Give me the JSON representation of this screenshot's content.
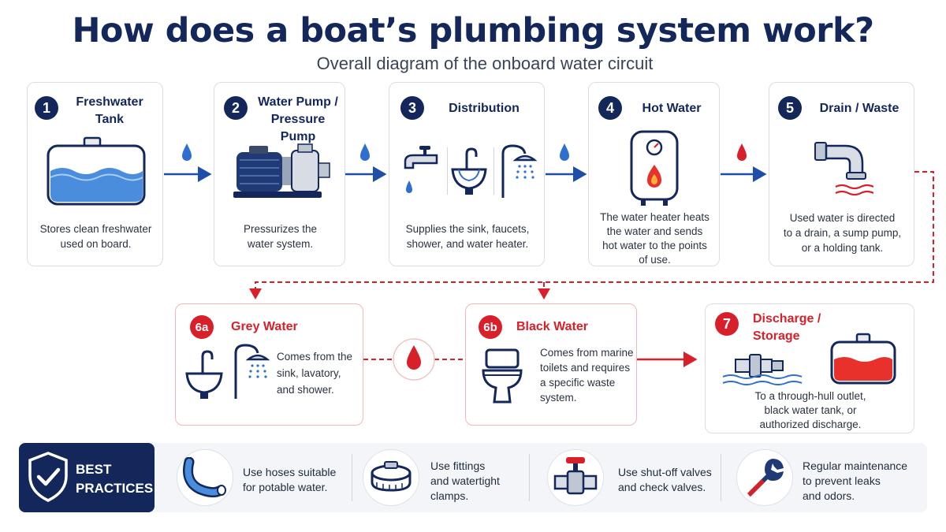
{
  "title": "How does a boat’s plumbing system work?",
  "subtitle": "Overall diagram of the onboard water circuit",
  "steps": [
    {
      "badge": "1",
      "title_l1": "Freshwater",
      "title_l2": "Tank",
      "desc": [
        "Stores clean freshwater",
        "used on board."
      ]
    },
    {
      "badge": "2",
      "title_l1": "Water Pump /",
      "title_l2": "Pressure Pump",
      "desc": [
        "Pressurizes the",
        "water system."
      ]
    },
    {
      "badge": "3",
      "title_l1": "Distribution",
      "desc": [
        "Supplies the sink, faucets,",
        "shower, and water heater."
      ]
    },
    {
      "badge": "4",
      "title_l1": "Hot Water",
      "desc": [
        "The water heater heats",
        "the water and sends",
        "hot water to the points",
        "of use."
      ]
    },
    {
      "badge": "5",
      "title_l1": "Drain / Waste",
      "desc": [
        "Used water is directed",
        "to a drain, a sump pump,",
        "or a holding tank."
      ]
    }
  ],
  "waste": [
    {
      "badge": "6a",
      "title": "Grey Water",
      "desc": [
        "Comes from the",
        "sink, lavatory,",
        "and shower."
      ]
    },
    {
      "badge": "6b",
      "title": "Black Water",
      "desc": [
        "Comes from marine",
        "toilets and requires",
        "a specific waste",
        "system."
      ]
    },
    {
      "badge": "7",
      "title_l1": "Discharge /",
      "title_l2": "Storage",
      "desc": [
        "To a through-hull outlet,",
        "black water tank, or",
        "authorized discharge."
      ]
    }
  ],
  "best_practices": {
    "title_l1": "BEST",
    "title_l2": "PRACTICES",
    "items": [
      {
        "icon": "hose-icon",
        "text": [
          "Use hoses suitable",
          "for potable water."
        ]
      },
      {
        "icon": "clamp-icon",
        "text": [
          "Use fittings",
          "and watertight",
          "clamps."
        ]
      },
      {
        "icon": "valve-icon",
        "text": [
          "Use shut-off valves",
          "and check valves."
        ]
      },
      {
        "icon": "wrench-icon",
        "text": [
          "Regular maintenance",
          "to prevent leaks",
          "and odors."
        ]
      }
    ]
  },
  "colors": {
    "navy": "#13275a",
    "blue": "#2f6fd0",
    "red": "#d8202b",
    "arrow_blue": "#1e4fa8"
  }
}
